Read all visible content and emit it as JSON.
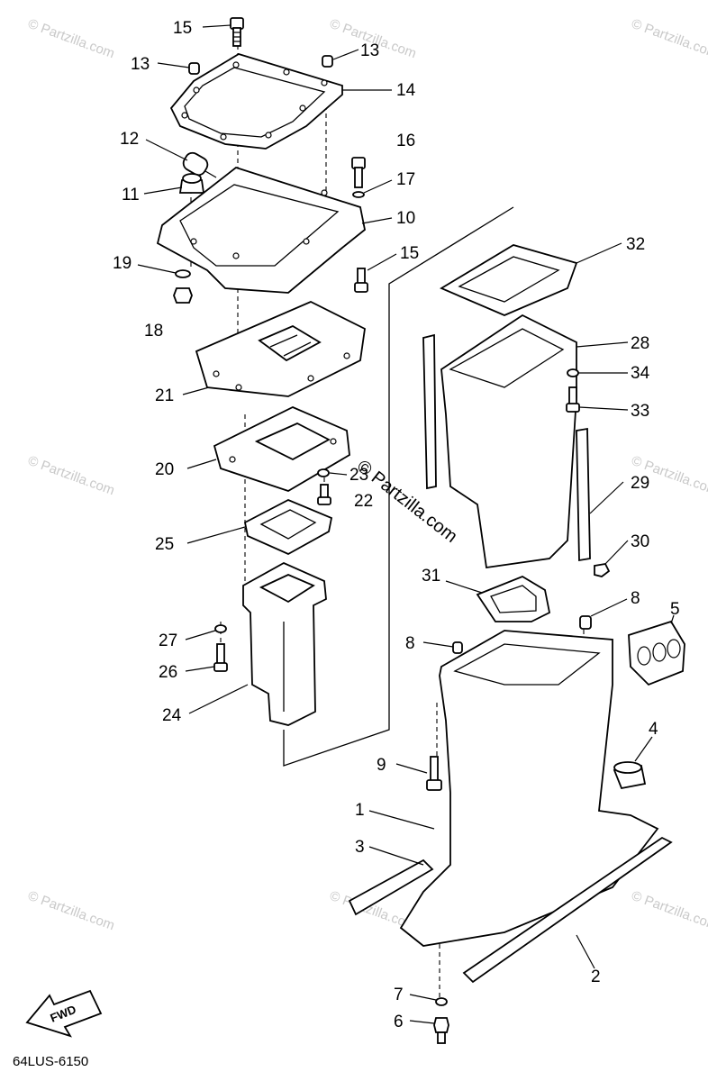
{
  "diagram_code": "64LUS-6150",
  "fwd_label": "FWD",
  "watermark_text": "© Partzilla.com",
  "overlay_text": "© Partzilla.com",
  "callouts": [
    {
      "id": "15a",
      "label": "15"
    },
    {
      "id": "13a",
      "label": "13"
    },
    {
      "id": "13b",
      "label": "13"
    },
    {
      "id": "14",
      "label": "14"
    },
    {
      "id": "12",
      "label": "12"
    },
    {
      "id": "16",
      "label": "16"
    },
    {
      "id": "11",
      "label": "11"
    },
    {
      "id": "17",
      "label": "17"
    },
    {
      "id": "10",
      "label": "10"
    },
    {
      "id": "19",
      "label": "19"
    },
    {
      "id": "15b",
      "label": "15"
    },
    {
      "id": "18",
      "label": "18"
    },
    {
      "id": "32",
      "label": "32"
    },
    {
      "id": "28",
      "label": "28"
    },
    {
      "id": "34",
      "label": "34"
    },
    {
      "id": "21",
      "label": "21"
    },
    {
      "id": "33",
      "label": "33"
    },
    {
      "id": "20",
      "label": "20"
    },
    {
      "id": "23",
      "label": "23"
    },
    {
      "id": "22",
      "label": "22"
    },
    {
      "id": "29",
      "label": "29"
    },
    {
      "id": "25",
      "label": "25"
    },
    {
      "id": "30",
      "label": "30"
    },
    {
      "id": "31",
      "label": "31"
    },
    {
      "id": "8a",
      "label": "8"
    },
    {
      "id": "5",
      "label": "5"
    },
    {
      "id": "8b",
      "label": "8"
    },
    {
      "id": "27",
      "label": "27"
    },
    {
      "id": "26",
      "label": "26"
    },
    {
      "id": "24",
      "label": "24"
    },
    {
      "id": "4",
      "label": "4"
    },
    {
      "id": "9",
      "label": "9"
    },
    {
      "id": "1",
      "label": "1"
    },
    {
      "id": "3",
      "label": "3"
    },
    {
      "id": "2",
      "label": "2"
    },
    {
      "id": "7",
      "label": "7"
    },
    {
      "id": "6",
      "label": "6"
    }
  ]
}
